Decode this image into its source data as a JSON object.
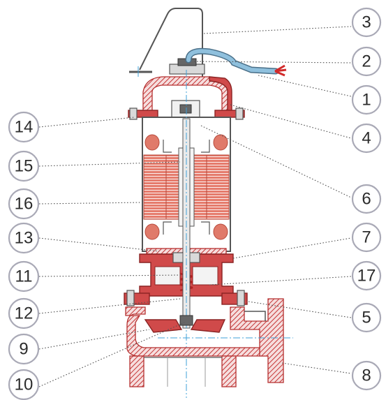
{
  "callouts": [
    {
      "id": "3",
      "label": "3"
    },
    {
      "id": "2",
      "label": "2"
    },
    {
      "id": "1",
      "label": "1"
    },
    {
      "id": "4",
      "label": "4"
    },
    {
      "id": "6",
      "label": "6"
    },
    {
      "id": "8",
      "label": "8"
    },
    {
      "id": "7",
      "label": "7"
    },
    {
      "id": "17",
      "label": "17"
    },
    {
      "id": "5",
      "label": "5"
    },
    {
      "id": "14",
      "label": "14"
    },
    {
      "id": "15",
      "label": "15"
    },
    {
      "id": "16",
      "label": "16"
    },
    {
      "id": "13",
      "label": "13"
    },
    {
      "id": "11",
      "label": "11"
    },
    {
      "id": "12",
      "label": "12"
    },
    {
      "id": "9",
      "label": "9"
    },
    {
      "id": "10",
      "label": "10"
    }
  ],
  "colors": {
    "casting_red": "#d04a4a",
    "winding_salmon": "#e07a6a",
    "callout_ring": "#a9a9b6",
    "cable_blue": "#7fb3d5",
    "centerline_blue": "#3fa0d8"
  }
}
